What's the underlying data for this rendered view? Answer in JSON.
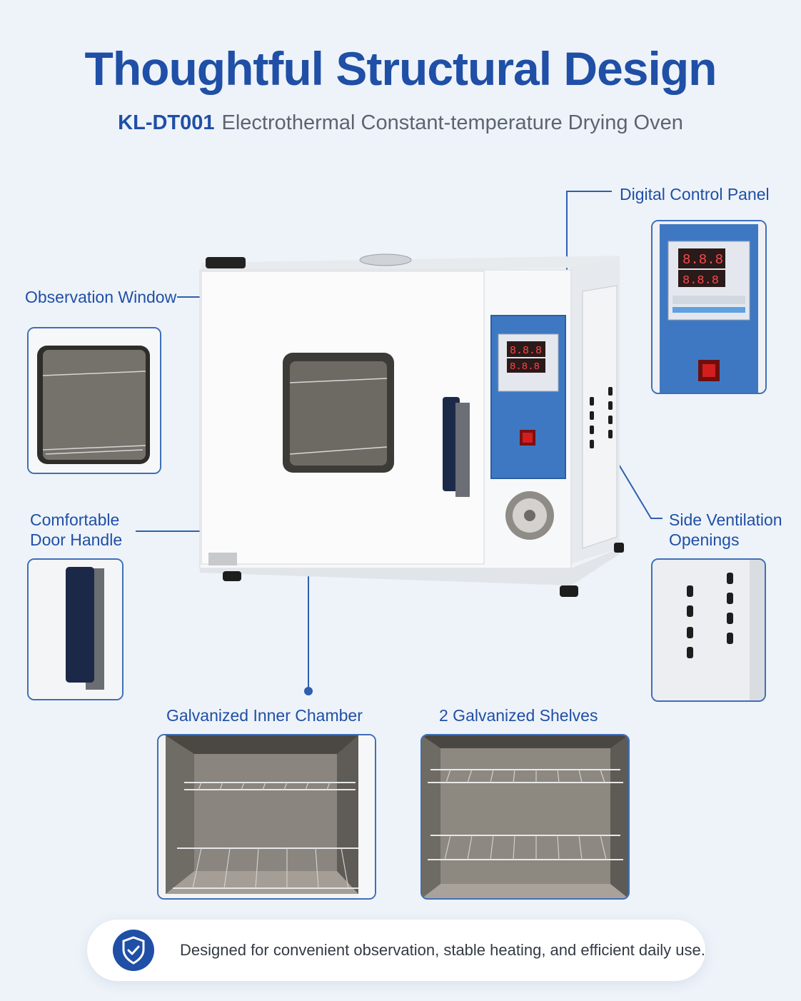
{
  "header": {
    "title": "Thoughtful Structural Design",
    "model": "KL-DT001",
    "product_name": "Electrothermal Constant-temperature Drying Oven"
  },
  "features": {
    "observation_window": "Observation Window",
    "door_handle_line1": "Comfortable",
    "door_handle_line2": "Door Handle",
    "control_panel": "Digital Control Panel",
    "ventilation_line1": "Side Ventilation",
    "ventilation_line2": "Openings",
    "inner_chamber": "Galvanized Inner Chamber",
    "shelves": "2 Galvanized Shelves"
  },
  "footer": {
    "text": "Designed for convenient observation, stable heating, and efficient daily use.",
    "icon": "shield-check-icon"
  },
  "colors": {
    "brand_blue": "#1f4fa6",
    "panel_blue": "#3f78c2",
    "background": "#eef3f9"
  }
}
